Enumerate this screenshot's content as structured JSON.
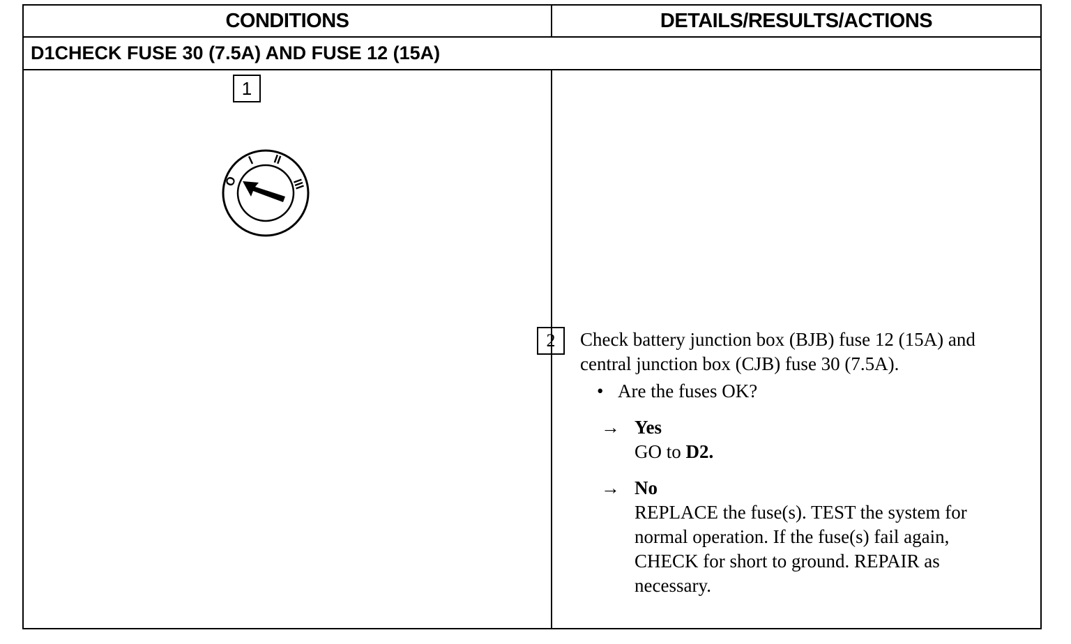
{
  "header": {
    "conditions": "CONDITIONS",
    "details": "DETAILS/RESULTS/ACTIONS"
  },
  "step": {
    "id": "D1",
    "title": "CHECK FUSE 30 (7.5A) AND FUSE 12 (15A)"
  },
  "conditions": {
    "step1_number": "1",
    "ignition_icon": "ignition-switch-icon",
    "ignition_labels": [
      "O",
      "I",
      "II",
      "III"
    ]
  },
  "details": {
    "step2_number": "2",
    "instruction": "Check battery junction box (BJB) fuse 12 (15A) and central junction box (CJB) fuse 30 (7.5A).",
    "bullet": "•",
    "question": "Are the fuses OK?",
    "arrow": "→",
    "yes": {
      "label": "Yes",
      "text_prefix": "GO to ",
      "text_ref": "D2."
    },
    "no": {
      "label": "No",
      "text": "REPLACE the fuse(s). TEST the system for normal operation. If the fuse(s) fail again, CHECK for short to ground. REPAIR as necessary."
    }
  }
}
